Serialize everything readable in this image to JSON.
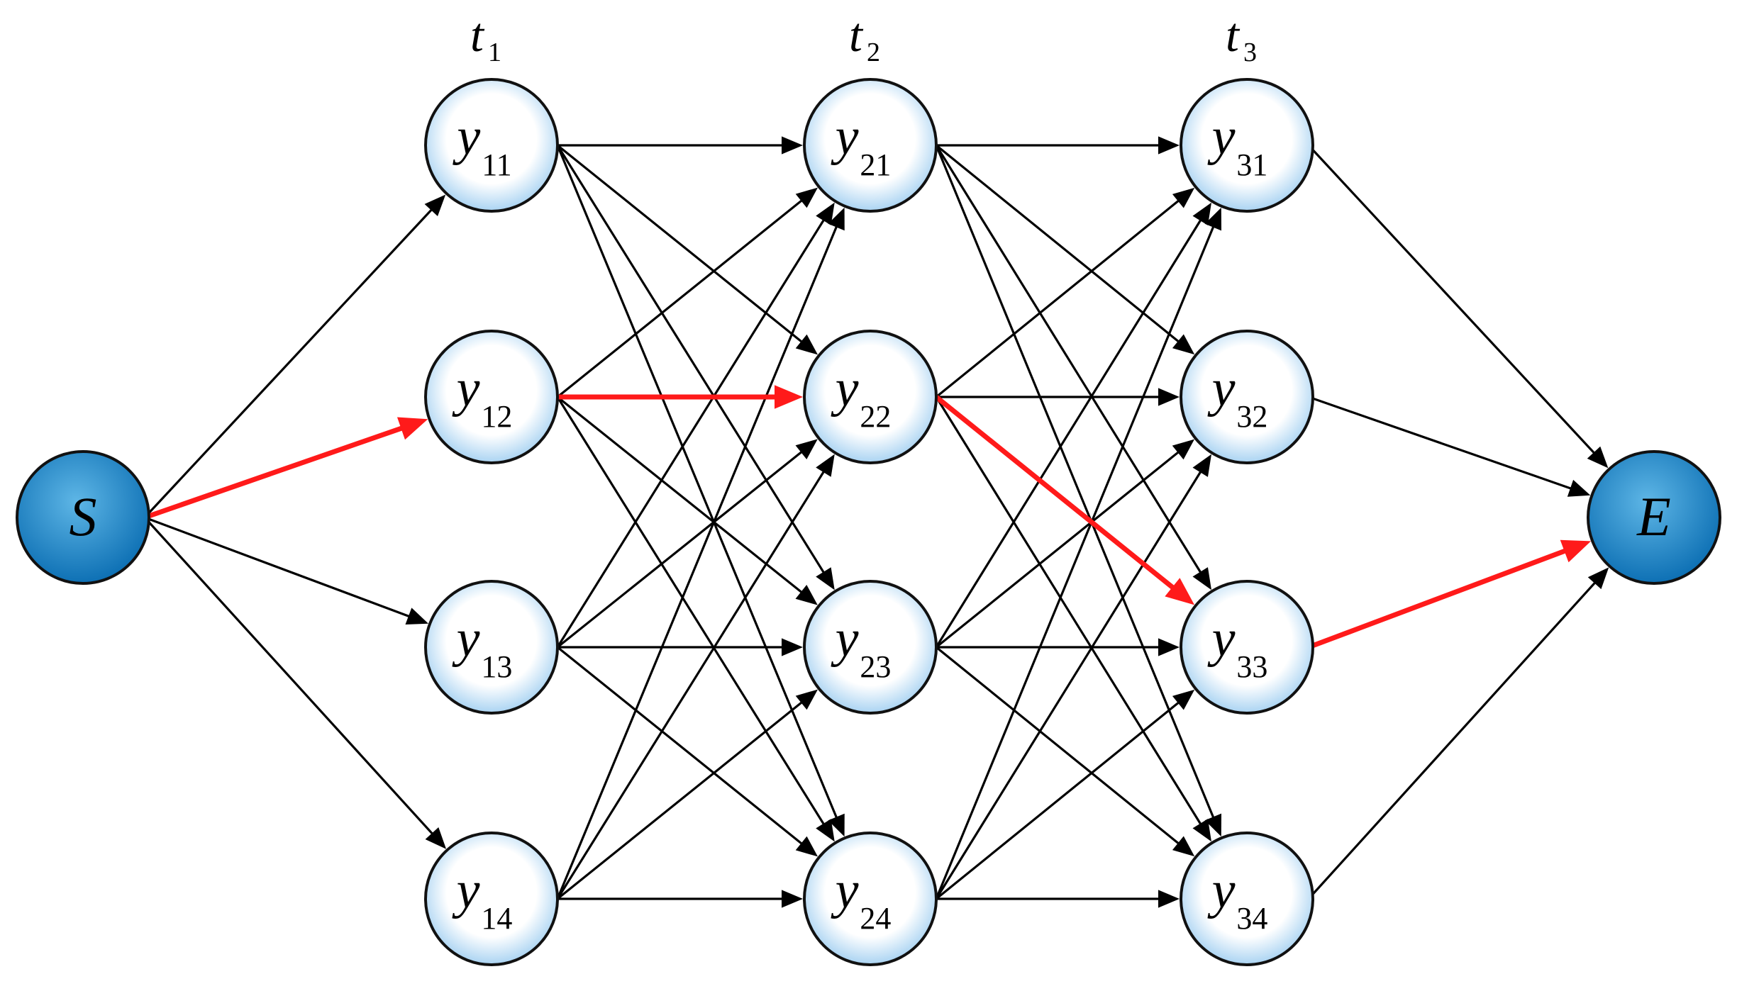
{
  "diagram": {
    "stages": [
      {
        "label": "t",
        "sub": "1"
      },
      {
        "label": "t",
        "sub": "2"
      },
      {
        "label": "t",
        "sub": "3"
      }
    ],
    "source": {
      "label": "S"
    },
    "sink": {
      "label": "E"
    },
    "layers": [
      [
        {
          "label": "y",
          "sub": "11"
        },
        {
          "label": "y",
          "sub": "12"
        },
        {
          "label": "y",
          "sub": "13"
        },
        {
          "label": "y",
          "sub": "14"
        }
      ],
      [
        {
          "label": "y",
          "sub": "21"
        },
        {
          "label": "y",
          "sub": "22"
        },
        {
          "label": "y",
          "sub": "23"
        },
        {
          "label": "y",
          "sub": "24"
        }
      ],
      [
        {
          "label": "y",
          "sub": "31"
        },
        {
          "label": "y",
          "sub": "32"
        },
        {
          "label": "y",
          "sub": "33"
        },
        {
          "label": "y",
          "sub": "34"
        }
      ]
    ],
    "highlighted_path": [
      "S",
      "y12",
      "y22",
      "y33",
      "E"
    ],
    "colors": {
      "edge": "#000000",
      "highlight": "#ff1a1a",
      "node_fill_center": "#ffffff",
      "node_fill_edge": "#a9d3f2",
      "terminal_fill_light": "#5eb6e6",
      "terminal_fill_dark": "#0a6db2"
    }
  }
}
